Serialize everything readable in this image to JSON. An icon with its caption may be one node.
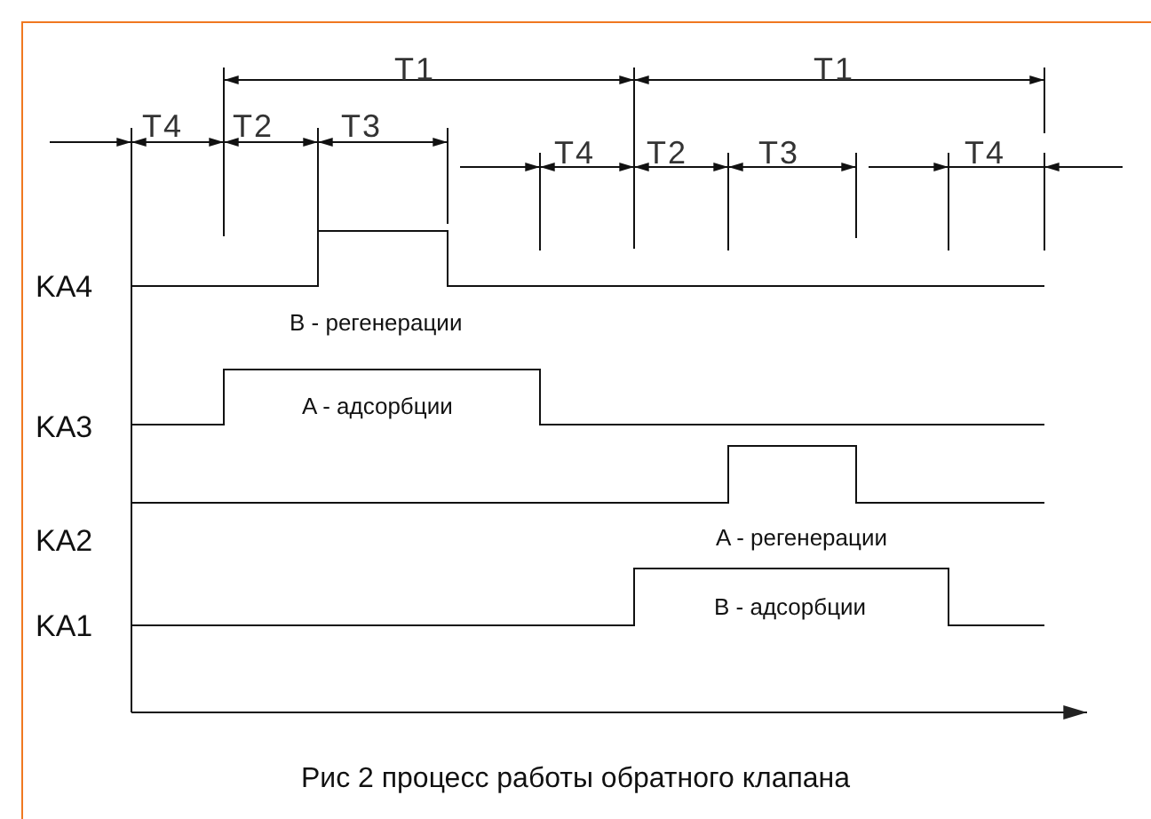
{
  "diagram": {
    "caption": "Рис 2 процесс работы обратного клапана",
    "labels": [
      "T1",
      "T1",
      "T4",
      "T2",
      "T3",
      "T4",
      "T2",
      "T3",
      "T4",
      "KA4",
      "B - регенерации",
      "KA3",
      "A - адсорбции",
      "KA2",
      "A - регенерации",
      "KA1",
      "B - адсорбции"
    ]
  }
}
